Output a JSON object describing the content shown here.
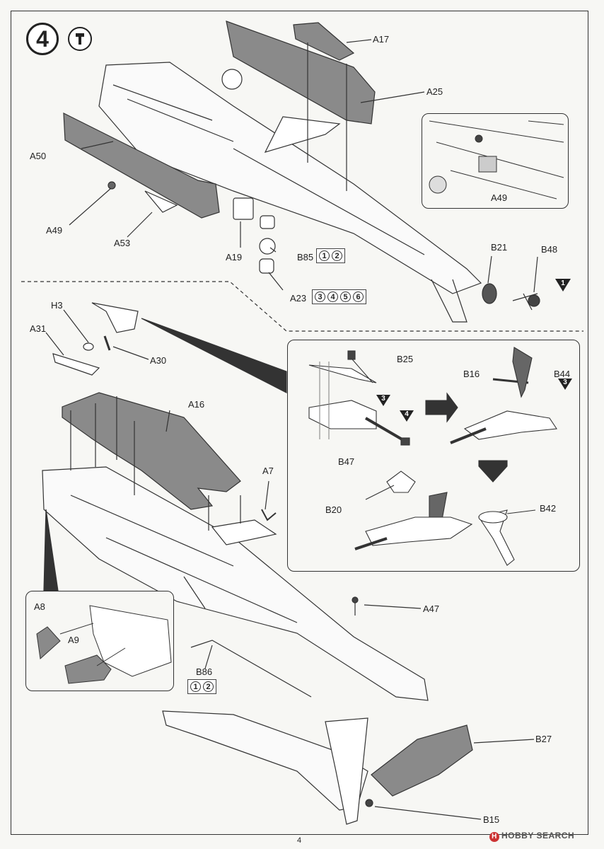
{
  "step": {
    "number": "4"
  },
  "labels": {
    "A17": "A17",
    "A25": "A25",
    "A50": "A50",
    "A49a": "A49",
    "A53": "A53",
    "A19": "A19",
    "B85": "B85",
    "A23": "A23",
    "A49b": "A49",
    "B21": "B21",
    "B48": "B48",
    "H3": "H3",
    "A31": "A31",
    "A30": "A30",
    "A16": "A16",
    "A7": "A7",
    "B25": "B25",
    "B16": "B16",
    "B44": "B44",
    "B47": "B47",
    "B20": "B20",
    "B42": "B42",
    "A8": "A8",
    "A9": "A9",
    "A47": "A47",
    "B86": "B86",
    "B27": "B27",
    "B15": "B15"
  },
  "option_boxes": {
    "b85": [
      "1",
      "2"
    ],
    "a23": [
      "3",
      "4",
      "5",
      "6"
    ],
    "b86": [
      "1",
      "2"
    ]
  },
  "markers": {
    "m1": "1",
    "m3a": "3",
    "m4": "4",
    "m3b": "3"
  },
  "footer": {
    "page": "4",
    "watermark_mark": "H",
    "watermark": "HOBBY SEARCH"
  }
}
